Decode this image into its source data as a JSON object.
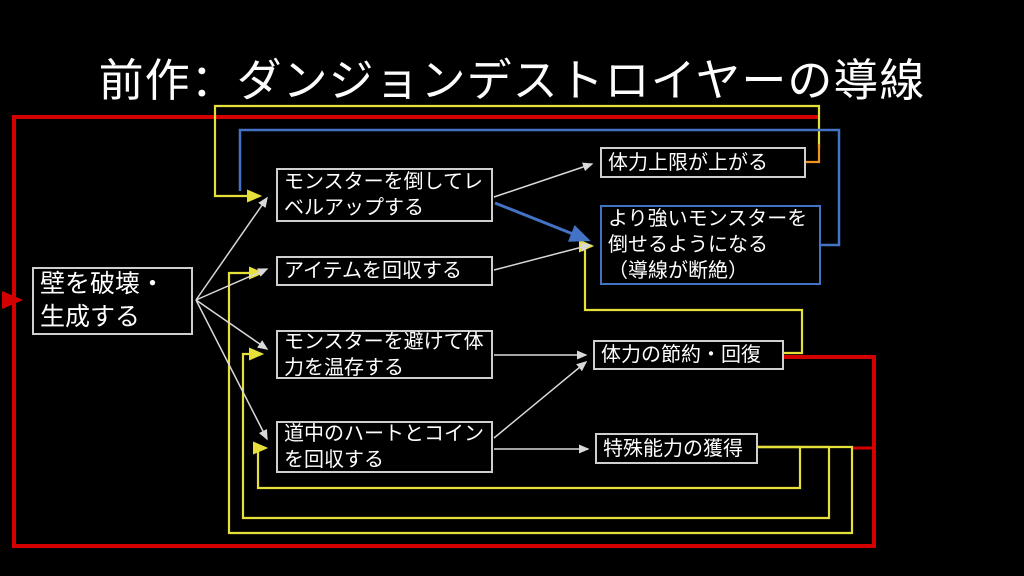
{
  "title": "前作：ダンジョンデストロイヤーの導線",
  "colors": {
    "background": "#000000",
    "box_border": "#cfcfcf",
    "highlight_box_border": "#4472c4",
    "arrow_white": "#d9d9d9",
    "arrow_yellow": "#e6e03a",
    "arrow_orange": "#ef9323",
    "arrow_blue": "#4472c4",
    "arrow_red": "#d40000",
    "text": "#ffffff"
  },
  "nodes": {
    "wall": {
      "label": "壁を破壊・\n生成する"
    },
    "level_up": {
      "label": "モンスターを倒してレ\nベルアップする"
    },
    "items": {
      "label": "アイテムを回収する"
    },
    "avoid": {
      "label": "モンスターを避けて体\n力を温存する"
    },
    "collect": {
      "label": "道中のハートとコイン\nを回収する"
    },
    "hp_max": {
      "label": "体力上限が上がる"
    },
    "stronger": {
      "label": "より強いモンスターを\n倒せるようになる\n（導線が断絶）"
    },
    "hp_save": {
      "label": "体力の節約・回復"
    },
    "special": {
      "label": "特殊能力の獲得"
    }
  },
  "edges": [
    {
      "from": "壁を破壊・生成する",
      "to": "モンスターを倒してレベルアップする",
      "color": "white"
    },
    {
      "from": "壁を破壊・生成する",
      "to": "アイテムを回収する",
      "color": "white"
    },
    {
      "from": "壁を破壊・生成する",
      "to": "モンスターを避けて体力を温存する",
      "color": "white"
    },
    {
      "from": "壁を破壊・生成する",
      "to": "道中のハートとコインを回収する",
      "color": "white"
    },
    {
      "from": "モンスターを倒してレベルアップする",
      "to": "体力上限が上がる",
      "color": "white"
    },
    {
      "from": "モンスターを倒してレベルアップする",
      "to": "より強いモンスターを倒せるようになる（導線が断絶）",
      "color": "blue"
    },
    {
      "from": "アイテムを回収する",
      "to": "より強いモンスターを倒せるようになる（導線が断絶）",
      "color": "white"
    },
    {
      "from": "モンスターを避けて体力を温存する",
      "to": "体力の節約・回復",
      "color": "white"
    },
    {
      "from": "道中のハートとコインを回収する",
      "to": "体力の節約・回復",
      "color": "white"
    },
    {
      "from": "道中のハートとコインを回収する",
      "to": "特殊能力の獲得",
      "color": "white"
    },
    {
      "from": "体力上限が上がる",
      "to": "モンスターを倒してレベルアップする",
      "color": "yellow-orange"
    },
    {
      "from": "より強いモンスターを倒せるようになる（導線が断絶）",
      "to": "モンスターを倒してレベルアップする",
      "color": "blue"
    },
    {
      "from": "体力の節約・回復",
      "to": "より強いモンスターを倒せるようになる（導線が断絶）",
      "color": "yellow"
    },
    {
      "from": "特殊能力の獲得",
      "to": "道中のハートとコインを回収する",
      "color": "yellow"
    },
    {
      "from": "特殊能力の獲得",
      "to": "モンスターを避けて体力を温存する",
      "color": "yellow"
    },
    {
      "from": "特殊能力の獲得",
      "to": "アイテムを回収する",
      "color": "yellow"
    },
    {
      "from": "体力の節約・回復",
      "to": "壁を破壊・生成する",
      "color": "red"
    },
    {
      "from": "特殊能力の獲得",
      "to": "壁を破壊・生成する",
      "color": "red"
    }
  ]
}
